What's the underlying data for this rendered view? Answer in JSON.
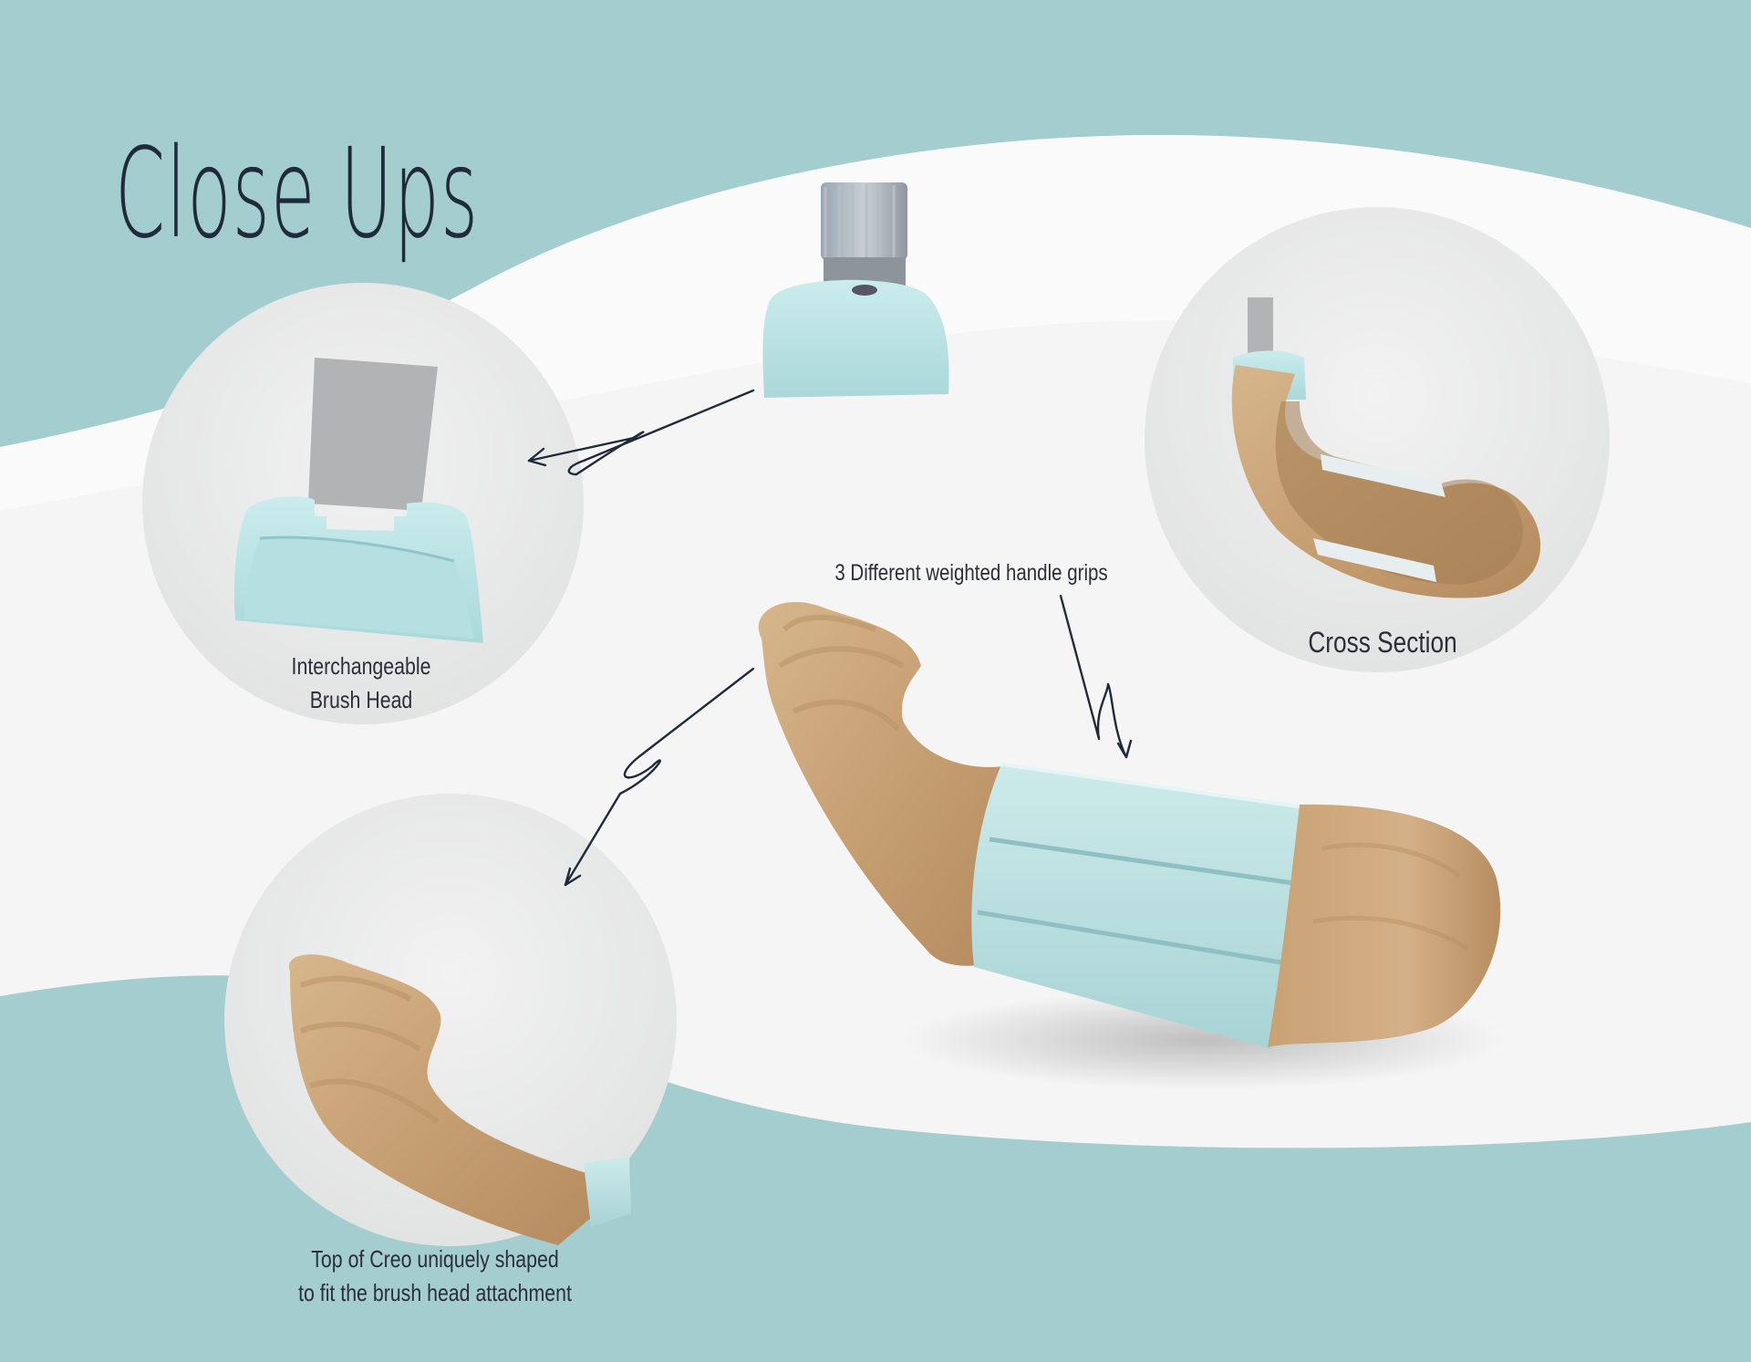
{
  "page": {
    "title": "Close Ups",
    "colors": {
      "background_teal": "#a4cdcf",
      "page_white": "#f4f4f4",
      "wood": "#c9a57a",
      "grip_mint": "#bfe3e4",
      "text_dark": "#2a2f3a"
    }
  },
  "callouts": {
    "brush_head": {
      "line1": "Interchangeable",
      "line2": "Brush Head"
    },
    "cross_section": {
      "text": "Cross Section"
    },
    "grips": {
      "text": "3 Different weighted handle grips"
    },
    "top_shape": {
      "line1": "Top of Creo uniquely shaped",
      "line2": "to fit the brush head attachment"
    }
  },
  "icons": [
    "arrow-icon",
    "brush-head-icon",
    "handle-icon"
  ]
}
